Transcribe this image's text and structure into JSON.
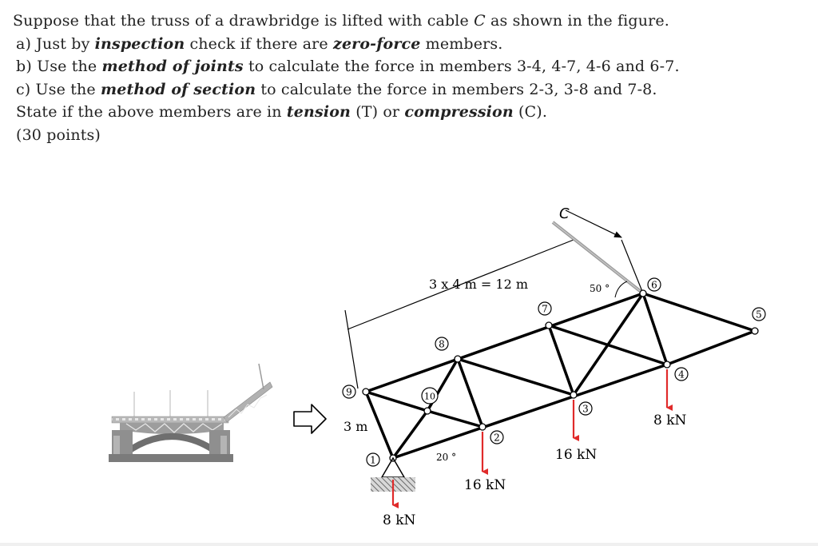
{
  "problem": {
    "intro_1": "Suppose that the truss of a drawbridge is lifted with cable ",
    "intro_c": "C",
    "intro_2": " as shown in the figure.",
    "a_1": "a) Just by ",
    "a_b1": "inspection",
    "a_2": " check if there are ",
    "a_b2": "zero-force",
    "a_3": " members.",
    "b_1": "b) Use the ",
    "b_b1": "method of joints",
    "b_2": " to calculate the force in members 3-4, 4-7, 4-6 and 6-7.",
    "c_1": "c) Use the ",
    "c_b1": "method of section",
    "c_2": " to calculate the force in members 2-3, 3-8 and 7-8.",
    "s_1": "State if the above members are in ",
    "s_b1": "tension",
    "s_2": " (T) or ",
    "s_b2": "compression",
    "s_3": " (C).",
    "points": "(30 points)"
  },
  "figure": {
    "cable_label": "C",
    "span_label": "3 x 4 m = 12 m",
    "height_label": "3 m",
    "cable_angle_label": "50 °",
    "base_angle_label": "20 °",
    "nodes": {
      "n1": "1",
      "n2": "2",
      "n3": "3",
      "n4": "4",
      "n5": "5",
      "n6": "6",
      "n7": "7",
      "n8": "8",
      "n9": "9",
      "n10": "10"
    },
    "loads": {
      "left": "8 kN",
      "node2": "16 kN",
      "node3": "16 kN",
      "node4": "8 kN"
    },
    "colors": {
      "load_arrow": "#e02a2a",
      "truss": "#000000",
      "cable": "#9a9a9a",
      "support_hatch": "#7a7a7a"
    }
  }
}
